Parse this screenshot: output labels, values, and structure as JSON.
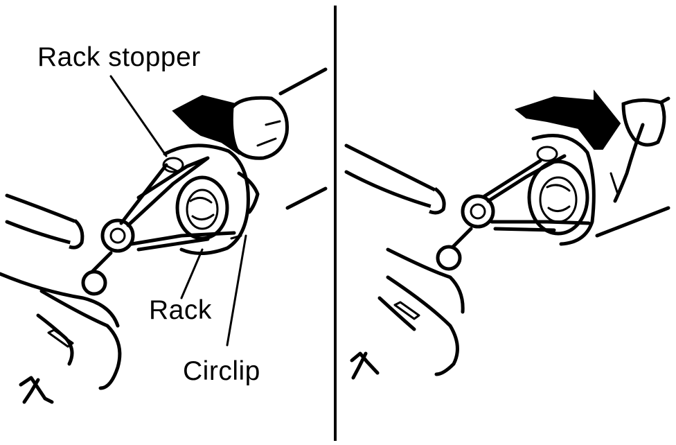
{
  "labels": {
    "rack_stopper": "Rack stopper",
    "rack": "Rack",
    "circlip": "Circlip"
  },
  "colors": {
    "ink": "#000000",
    "background": "#ffffff"
  }
}
